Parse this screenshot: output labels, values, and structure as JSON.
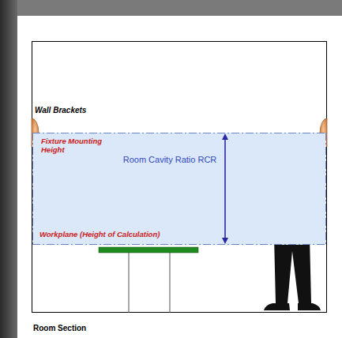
{
  "diagram": {
    "nodes": [
      {
        "text": [
          "Room Cavity Ratio RCR"
        ]
      }
    ],
    "labels": [
      "Wall Brackets",
      "Fixture Mounting Height",
      "Workplane (Height of Calculation)",
      "Room Section"
    ]
  }
}
